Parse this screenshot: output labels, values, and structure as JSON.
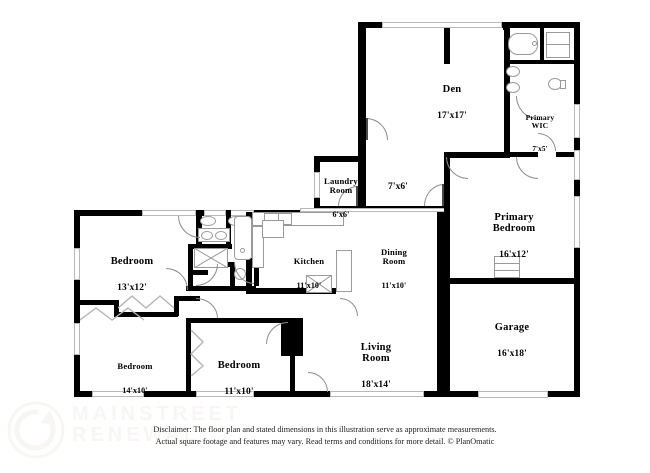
{
  "document": {
    "type": "floor-plan",
    "title": "Residential Floor Plan"
  },
  "watermark": {
    "line1": "MAINSTREET",
    "line2": "RENEWAL",
    "logo_icon": "circular-arrow-logo-icon",
    "color": "#e9e4d8"
  },
  "rooms": [
    {
      "id": "den",
      "name": "Den",
      "dimensions": "17'x17'"
    },
    {
      "id": "primary-wic",
      "name": "Primary\nWIC",
      "dimensions": "7'x5'"
    },
    {
      "id": "primary-bedroom",
      "name": "Primary\nBedroom",
      "dimensions": "16'x12'"
    },
    {
      "id": "garage",
      "name": "Garage",
      "dimensions": "16'x18'"
    },
    {
      "id": "laundry-room",
      "name": "Laundry\nRoom",
      "dimensions": "6'x6'"
    },
    {
      "id": "foyer",
      "name": "",
      "dimensions": "7'x6'"
    },
    {
      "id": "kitchen",
      "name": "Kitchen",
      "dimensions": "11'x10'"
    },
    {
      "id": "dining-room",
      "name": "Dining\nRoom",
      "dimensions": "11'x10'"
    },
    {
      "id": "living-room",
      "name": "Living\nRoom",
      "dimensions": "18'x14'"
    },
    {
      "id": "bedroom-1",
      "name": "Bedroom",
      "dimensions": "13'x12'"
    },
    {
      "id": "bedroom-2",
      "name": "Bedroom",
      "dimensions": "14'x10'"
    },
    {
      "id": "bedroom-3",
      "name": "Bedroom",
      "dimensions": "11'x10'"
    }
  ],
  "disclaimer": {
    "line1": "Disclaimer: The floor plan and stated dimensions in this illustration serve as approximate measurements.",
    "line2": "Actual square footage and features may vary. Read terms and conditions for more detail. © PlanOmatic"
  },
  "colors": {
    "wall": "#000000",
    "fixture_outline": "#9a9a9a",
    "window": "#ffffff",
    "background": "#ffffff",
    "text": "#000000"
  }
}
